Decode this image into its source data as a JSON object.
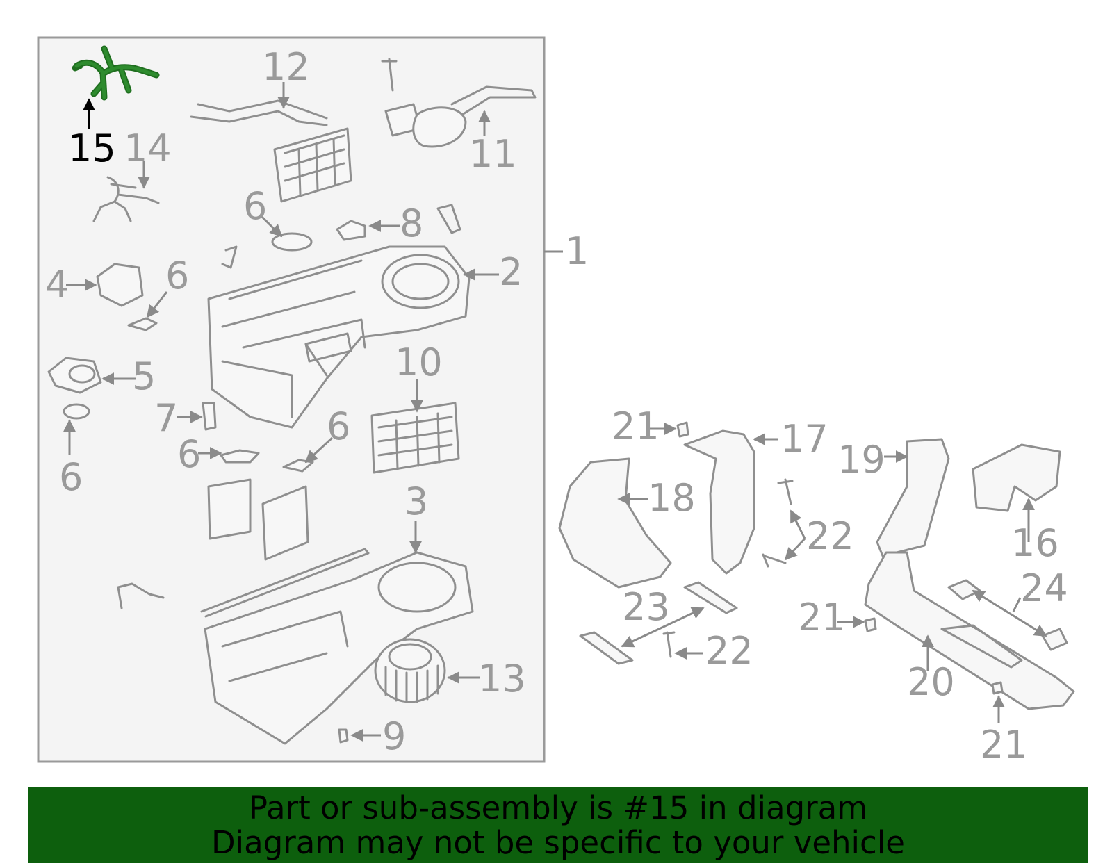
{
  "callouts": {
    "c1": "1",
    "c2": "2",
    "c3": "3",
    "c4": "4",
    "c5": "5",
    "c6a": "6",
    "c6b": "6",
    "c6c": "6",
    "c6d": "6",
    "c6e": "6",
    "c7": "7",
    "c8": "8",
    "c9": "9",
    "c10": "10",
    "c11": "11",
    "c12": "12",
    "c13": "13",
    "c14": "14",
    "c15": "15",
    "c16": "16",
    "c17": "17",
    "c18": "18",
    "c19": "19",
    "c20": "20",
    "c21a": "21",
    "c21b": "21",
    "c21c": "21",
    "c22a": "22",
    "c22b": "22",
    "c23": "23",
    "c24": "24"
  },
  "highlight": {
    "part": "15",
    "color": "#1a7a1a"
  },
  "banner": {
    "line1": "Part or sub-assembly is #15 in diagram",
    "line2": "Diagram may not be specific to your vehicle",
    "background": "#0d5f0d"
  }
}
